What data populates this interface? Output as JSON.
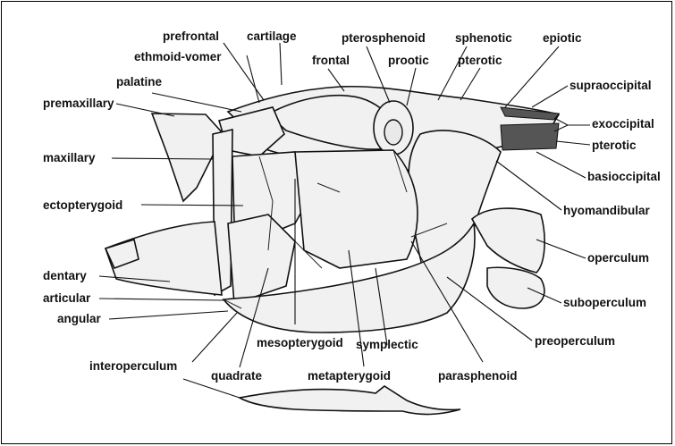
{
  "labels": {
    "prefrontal": "prefrontal",
    "cartilage": "cartilage",
    "pterosphenoid": "pterosphenoid",
    "sphenotic": "sphenotic",
    "epiotic": "epiotic",
    "ethmoid_vomer": "ethmoid-vomer",
    "frontal": "frontal",
    "prootic": "prootic",
    "pterotic_top": "pterotic",
    "supraoccipital": "supraoccipital",
    "palatine": "palatine",
    "premaxillary": "premaxillary",
    "exoccipital": "exoccipital",
    "pterotic_right": "pterotic",
    "maxillary": "maxillary",
    "basioccipital": "basioccipital",
    "ectopterygoid": "ectopterygoid",
    "hyomandibular": "hyomandibular",
    "operculum": "operculum",
    "dentary": "dentary",
    "articular": "articular",
    "suboperculum": "suboperculum",
    "angular": "angular",
    "preoperculum": "preoperculum",
    "mesopterygoid": "mesopterygoid",
    "symplectic": "symplectic",
    "interoperculum": "interoperculum",
    "quadrate": "quadrate",
    "metapterygoid": "metapterygoid",
    "parasphenoid": "parasphenoid"
  }
}
